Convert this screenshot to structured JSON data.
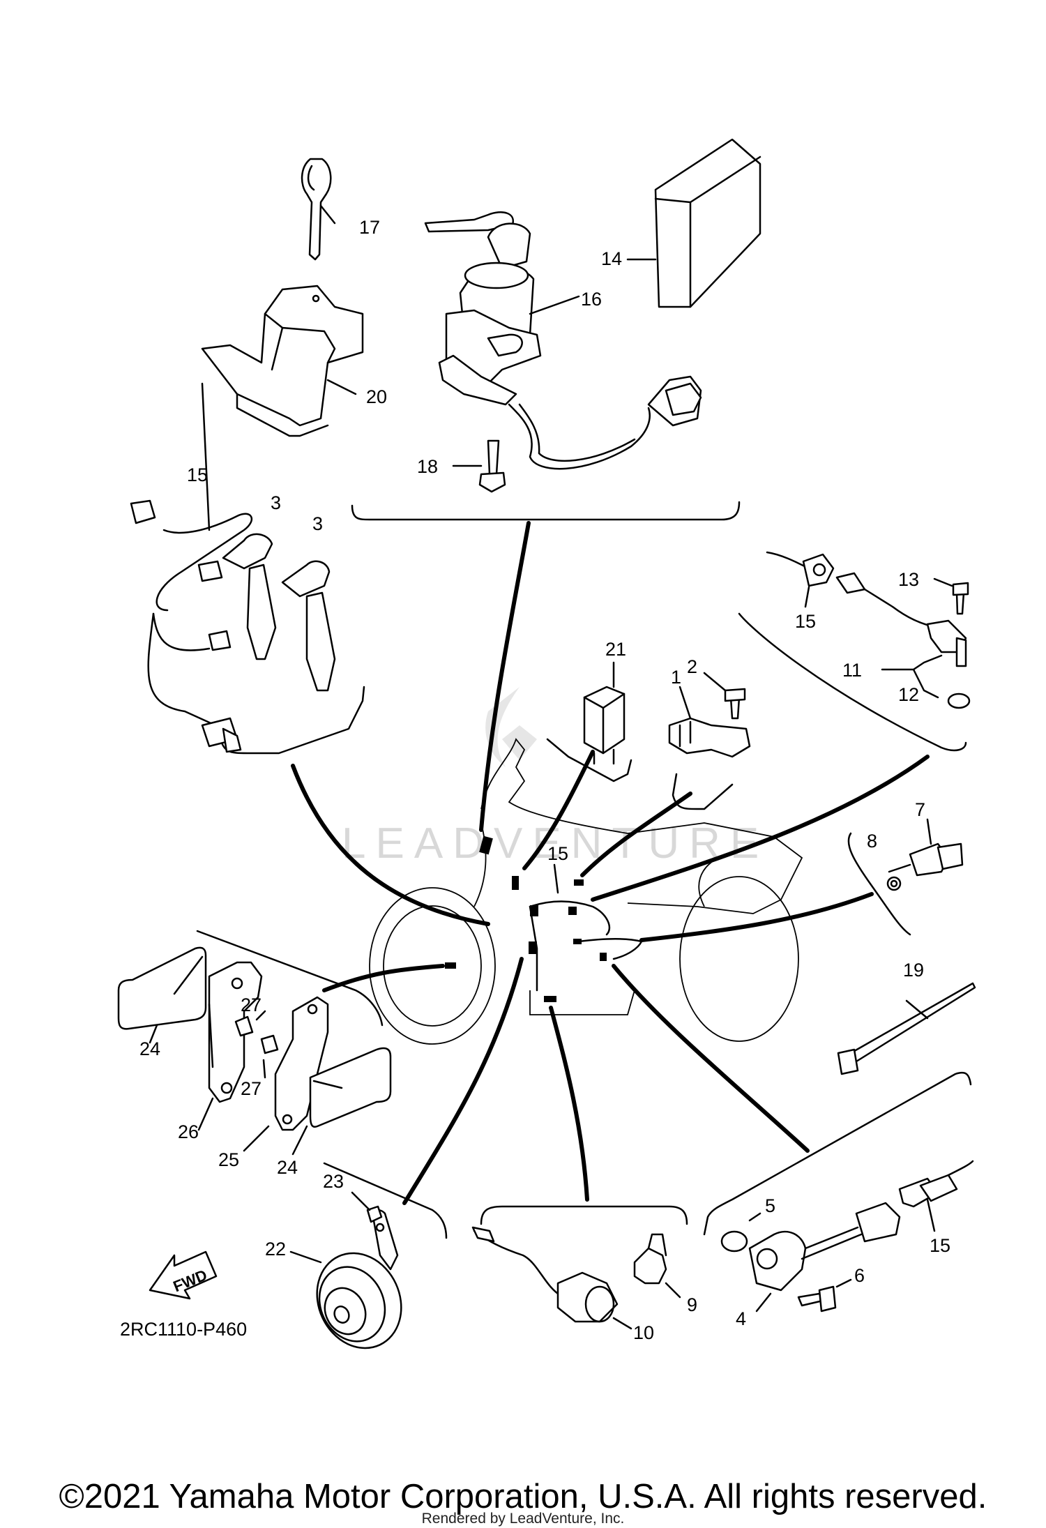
{
  "diagram": {
    "part_number_labels": {
      "p1": "1",
      "p2": "2",
      "p3a": "3",
      "p3b": "3",
      "p4": "4",
      "p5": "5",
      "p6": "6",
      "p7": "7",
      "p8": "8",
      "p9": "9",
      "p10": "10",
      "p11": "11",
      "p12": "12",
      "p13": "13",
      "p14": "14",
      "p15a": "15",
      "p15b": "15",
      "p15c": "15",
      "p15d": "15",
      "p16": "16",
      "p17": "17",
      "p18": "18",
      "p19": "19",
      "p20": "20",
      "p21": "21",
      "p22": "22",
      "p23": "23",
      "p24a": "24",
      "p24b": "24",
      "p25": "25",
      "p26": "26",
      "p27a": "27",
      "p27b": "27"
    },
    "fwd_label": "FWD",
    "diagram_code": "2RC1110-P460",
    "watermark": "LEADVENTURE"
  },
  "footer": {
    "copyright": "©2021 Yamaha Motor Corporation, U.S.A. All rights reserved.",
    "rendered_by": "Rendered by LeadVenture, Inc."
  }
}
